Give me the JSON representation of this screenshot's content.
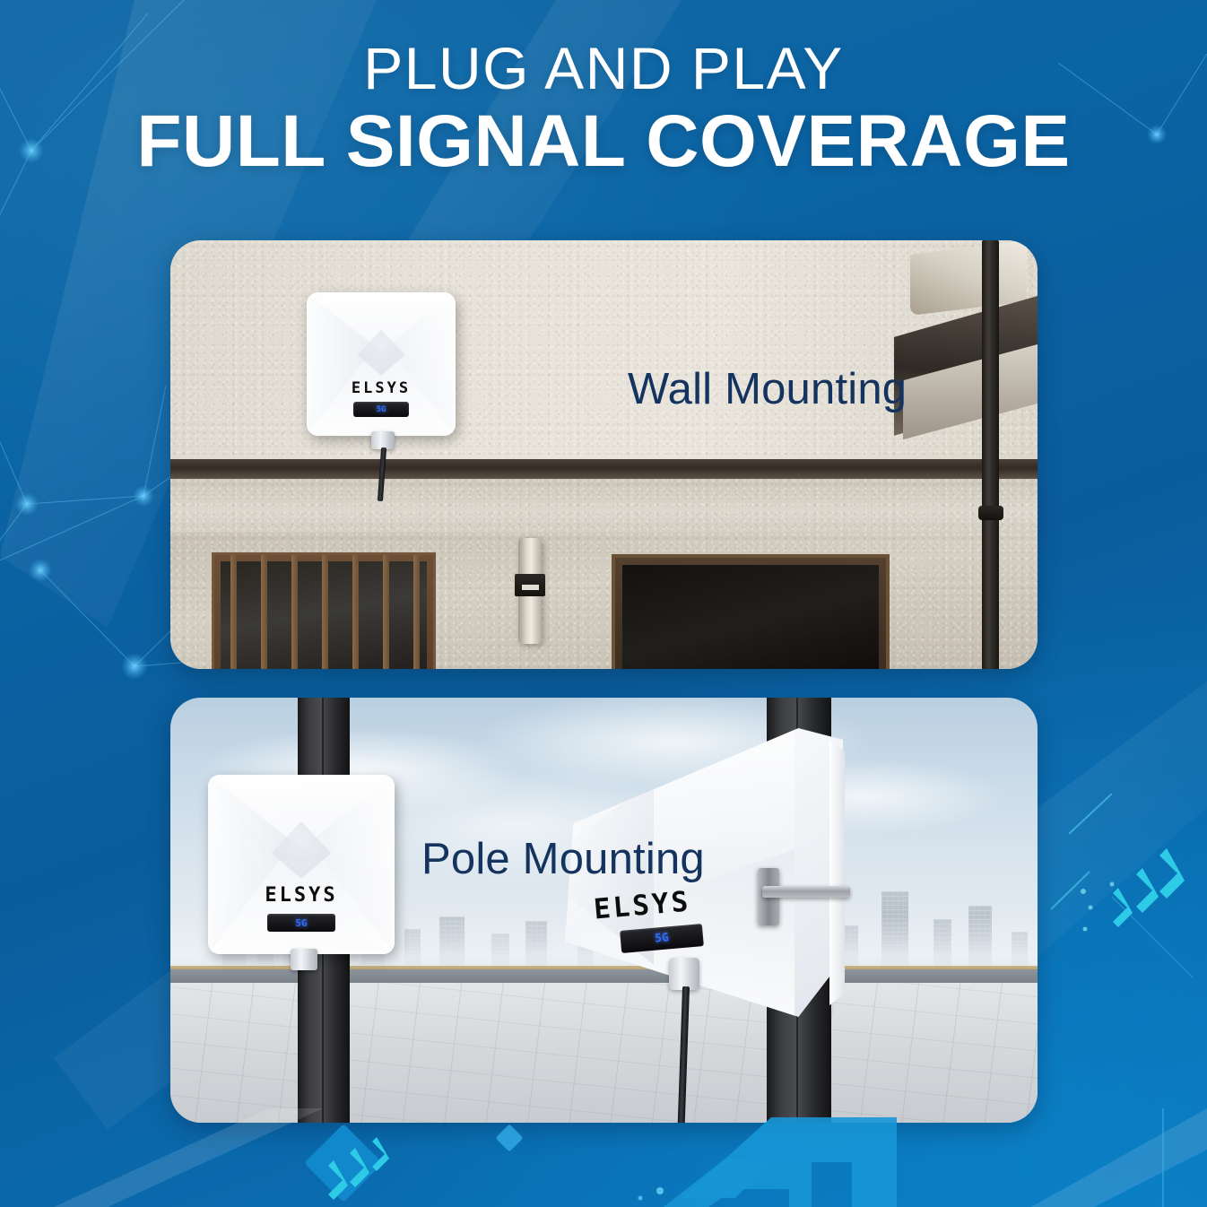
{
  "meta": {
    "brand": "ELSYS",
    "accent_blue": "#0b64a4",
    "accent_cyan": "#21c4e0",
    "caption_navy": "#14335e",
    "title_white": "#ffffff"
  },
  "header": {
    "title_line1": "PLUG AND PLAY",
    "title_line2": "FULL SIGNAL COVERAGE"
  },
  "panels": [
    {
      "id": "wall",
      "caption": "Wall Mounting",
      "scene": "exterior house stucco wall with window and door",
      "device": {
        "brand": "ELSYS",
        "led_text": "5G",
        "orientation": "front"
      }
    },
    {
      "id": "pole",
      "caption": "Pole Mounting",
      "scene": "rooftop terrace with city skyline and metal poles",
      "devices": [
        {
          "brand": "ELSYS",
          "led_text": "5G",
          "orientation": "front"
        },
        {
          "brand": "ELSYS",
          "led_text": "5G",
          "orientation": "angled"
        }
      ]
    }
  ],
  "decorations": {
    "network_nodes_label": "network-constellation",
    "arrow_motif_label": "arrow-chevrons",
    "diamond_label": "diamond-accent"
  }
}
